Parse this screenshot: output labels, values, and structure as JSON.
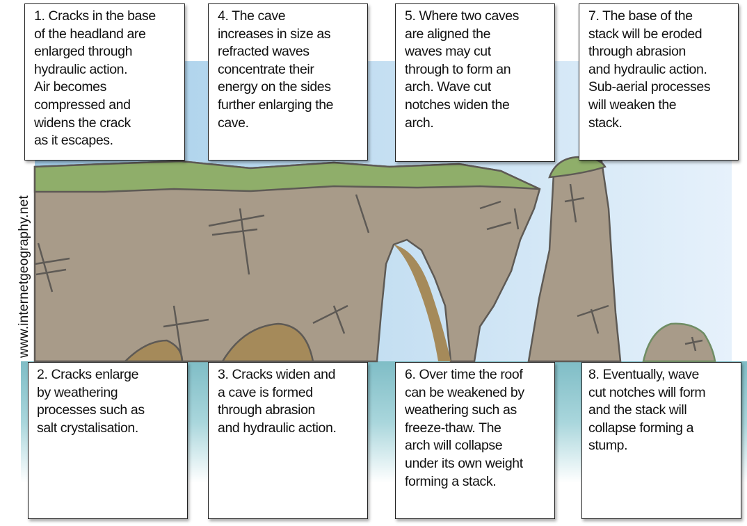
{
  "watermark": "www.internetgeography.net",
  "colors": {
    "sky": "#a9d2ee",
    "sea": "#7fbdc6",
    "rock": "#a89b89",
    "grass": "#8fae6a",
    "cave": "#a58a5a",
    "outline": "#5e5a55"
  },
  "stages": [
    {
      "id": "1",
      "lines": [
        "1. Cracks in the base",
        "of the headland are",
        "enlarged through",
        "hydraulic action.",
        "Air becomes",
        "compressed and",
        "widens the crack",
        "as it escapes."
      ]
    },
    {
      "id": "4",
      "lines": [
        "4. The cave",
        "increases in size as",
        "refracted waves",
        "concentrate their",
        "energy on the sides",
        "further enlarging the",
        "cave."
      ]
    },
    {
      "id": "5",
      "lines": [
        "5. Where two caves",
        "are aligned the",
        "waves may cut",
        "through to form an",
        "arch. Wave cut",
        "notches widen the",
        "arch."
      ]
    },
    {
      "id": "7",
      "lines": [
        "7. The base of the",
        "stack will be eroded",
        "through abrasion",
        "and hydraulic action.",
        "Sub-aerial processes",
        "will weaken the",
        "stack."
      ]
    },
    {
      "id": "2",
      "lines": [
        "2. Cracks enlarge",
        "by weathering",
        "processes such as",
        "salt crystalisation."
      ]
    },
    {
      "id": "3",
      "lines": [
        "3. Cracks widen and",
        "a cave is formed",
        "through abrasion",
        "and hydraulic action."
      ]
    },
    {
      "id": "6",
      "lines": [
        "6. Over time the roof",
        "can be weakened by",
        "weathering such as",
        "freeze-thaw. The",
        "arch will collapse",
        "under its own weight",
        "forming a stack."
      ]
    },
    {
      "id": "8",
      "lines": [
        "8. Eventually, wave",
        "cut notches will form",
        "and the stack will",
        "collapse forming a",
        "stump."
      ]
    }
  ]
}
